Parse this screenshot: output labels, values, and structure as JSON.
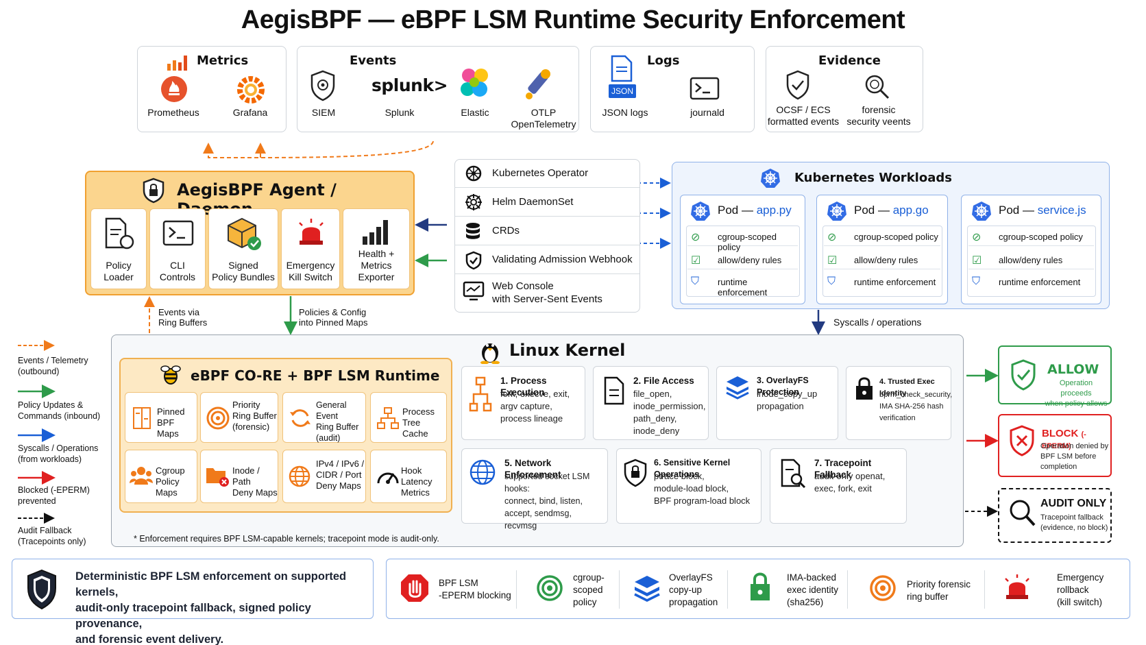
{
  "title": "AegisBPF — eBPF LSM Runtime Security Enforcement",
  "metrics": {
    "header": "Metrics",
    "items": [
      {
        "label": "Prometheus",
        "icon": "prometheus-icon"
      },
      {
        "label": "Grafana",
        "icon": "grafana-icon"
      }
    ]
  },
  "events": {
    "header": "Events",
    "items": [
      {
        "label": "SIEM",
        "icon": "siem-shield-icon"
      },
      {
        "logo": "splunk>",
        "label": "Splunk"
      },
      {
        "label": "Elastic",
        "icon": "elastic-icon"
      },
      {
        "label": "OTLP",
        "label2": "OpenTelemetry",
        "icon": "otlp-icon"
      }
    ]
  },
  "logs": {
    "header": "Logs",
    "items": [
      {
        "badge": "JSON",
        "label": "JSON logs",
        "icon": "json-file-icon"
      },
      {
        "label": "journald",
        "icon": "terminal-icon"
      }
    ]
  },
  "evidence": {
    "header": "Evidence",
    "items": [
      {
        "label": "OCSF / ECS",
        "label2": "formatted events",
        "icon": "shield-check-icon"
      },
      {
        "label": "forensic",
        "label2": "security veents",
        "icon": "forensic-search-icon"
      }
    ]
  },
  "agent": {
    "header": "AegisBPF Agent / Daemon",
    "cards": [
      {
        "l1": "Policy",
        "l2": "Loader",
        "icon": "policy-loader-icon"
      },
      {
        "l1": "CLI",
        "l2": "Controls",
        "icon": "terminal-icon"
      },
      {
        "l1": "Signed",
        "l2": "Policy Bundles",
        "icon": "signed-bundle-icon"
      },
      {
        "l1": "Emergency",
        "l2": "Kill Switch",
        "icon": "siren-icon"
      },
      {
        "l1": "Health +",
        "l2": "Metrics Exporter",
        "icon": "bar-chart-icon"
      }
    ]
  },
  "services": [
    {
      "label": "Kubernetes Operator",
      "icon": "helm-wheel-icon"
    },
    {
      "label": "Helm DaemonSet",
      "icon": "helm-wheel-icon"
    },
    {
      "label": "CRDs",
      "icon": "database-icon"
    },
    {
      "label": "Validating Admission Webhook",
      "icon": "shield-check-icon"
    },
    {
      "label": "Web Console",
      "label2": "with Server-Sent Events",
      "icon": "monitor-icon"
    }
  ],
  "k8s": {
    "header": "Kubernetes Workloads",
    "pod_prefix": "Pod —",
    "pods": [
      {
        "name": "app.py",
        "items": [
          "cgroup-scoped policy",
          "allow/deny rules",
          "runtime enforcement"
        ]
      },
      {
        "name": "app.go",
        "items": [
          "cgroup-scoped policy",
          "allow/deny rules",
          "runtime enforcement"
        ]
      },
      {
        "name": "service.js",
        "items": [
          "cgroup-scoped policy",
          "allow/deny rules",
          "runtime enforcement"
        ]
      }
    ]
  },
  "flows": {
    "events_l1": "Events via",
    "events_l2": "Ring Buffers",
    "policies_l1": "Policies & Config",
    "policies_l2": "into Pinned Maps",
    "syscalls": "Syscalls / operations"
  },
  "legend": [
    {
      "l1": "Events / Telemetry",
      "l2": "(outbound)",
      "color": "#f07a1a"
    },
    {
      "l1": "Policy Updates &",
      "l2": "Commands (inbound)",
      "color": "#2e9b4a"
    },
    {
      "l1": "Syscalls / Operations",
      "l2": "(from workloads)",
      "color": "#1a5fd6"
    },
    {
      "l1": "Blocked (-EPERM)",
      "l2": "prevented",
      "color": "#e02020"
    },
    {
      "l1": "Audit Fallback",
      "l2": "(Tracepoints only)",
      "color": "#111111"
    }
  ],
  "kernel": {
    "header": "Linux Kernel",
    "footnote": "* Enforcement requires BPF LSM-capable kernels; tracepoint mode is audit-only.",
    "runtime": {
      "header": "eBPF CO-RE + BPF LSM Runtime",
      "cells": [
        {
          "l1": "Pinned",
          "l2": "BPF Maps",
          "l3": ""
        },
        {
          "l1": "Priority",
          "l2": "Ring Buffer",
          "l3": "(forensic)"
        },
        {
          "l1": "General Event",
          "l2": "Ring Buffer",
          "l3": "(audit)"
        },
        {
          "l1": "Process Tree",
          "l2": "Cache",
          "l3": ""
        },
        {
          "l1": "Cgroup",
          "l2": "Policy Maps",
          "l3": ""
        },
        {
          "l1": "Inode / Path",
          "l2": "Deny Maps",
          "l3": ""
        },
        {
          "l1": "IPv4 / IPv6 /",
          "l2": "CIDR / Port",
          "l3": "Deny Maps"
        },
        {
          "l1": "Hook Latency",
          "l2": "Metrics",
          "l3": ""
        }
      ]
    },
    "hooks": [
      {
        "title": "1. Process Execution",
        "lines": [
          "fork, execve, exit,",
          "argv capture,",
          "process lineage"
        ]
      },
      {
        "title": "2. File Access",
        "lines": [
          "file_open,",
          "inode_permission,",
          "path_deny,",
          "inode_deny"
        ]
      },
      {
        "title": "3. OverlayFS Protection",
        "lines": [
          "inode_copy_up",
          "propagation"
        ]
      },
      {
        "title": "4. Trusted Exec Identity",
        "lines": [
          "bprm_check_security,",
          "IMA SHA-256 hash",
          "verification"
        ]
      },
      {
        "title": "5. Network Enforcement",
        "lines": [
          "supported socket LSM hooks:",
          "connect, bind, listen,",
          "accept, sendmsg,",
          "recvmsg"
        ]
      },
      {
        "title": "6. Sensitive Kernel Operations",
        "lines": [
          "ptrace block,",
          "module-load block,",
          "BPF program-load block"
        ]
      },
      {
        "title": "7. Tracepoint Fallback",
        "lines": [
          "audit-only openat,",
          "exec, fork, exit"
        ]
      }
    ]
  },
  "outcomes": [
    {
      "title": "ALLOW",
      "l1": "Operation proceeds",
      "l2": "when policy allows",
      "color": "#2e9b4a"
    },
    {
      "title": "BLOCK",
      "title2": "(-EPERM)",
      "l1": "Operation denied by",
      "l2": "BPF LSM before",
      "l3": "completion",
      "color": "#e02020"
    },
    {
      "title": "AUDIT ONLY",
      "l1": "Tracepoint fallback",
      "l2": "(evidence, no block)",
      "color": "#111111"
    }
  ],
  "summary": {
    "l1": "Deterministic BPF LSM enforcement on supported kernels,",
    "l2": "audit-only tracepoint fallback, signed policy provenance,",
    "l3": "and forensic event delivery."
  },
  "features": [
    {
      "l1": "BPF LSM",
      "l2": "-EPERM blocking",
      "l3": ""
    },
    {
      "l1": "cgroup-",
      "l2": "scoped",
      "l3": "policy"
    },
    {
      "l1": "OverlayFS",
      "l2": "copy-up",
      "l3": "propagation"
    },
    {
      "l1": "IMA-backed",
      "l2": "exec identity",
      "l3": "(sha256)"
    },
    {
      "l1": "Priority forensic",
      "l2": "ring buffer",
      "l3": ""
    },
    {
      "l1": "Emergency",
      "l2": "rollback",
      "l3": "(kill switch)"
    }
  ]
}
